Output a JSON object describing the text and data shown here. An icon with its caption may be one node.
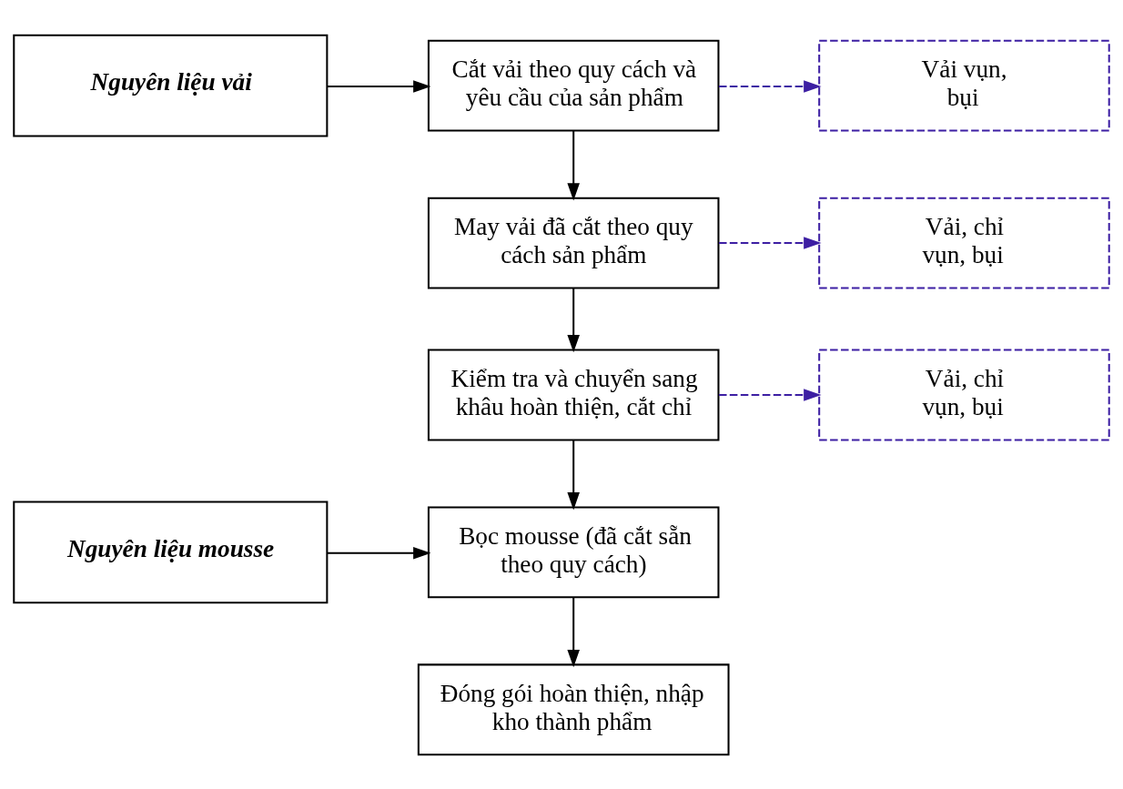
{
  "diagram": {
    "nodes": [
      {
        "text": [
          "Nguyên liệu vải"
        ]
      },
      {
        "text": [
          "Cắt vải theo quy cách và yêu cầu của sản phẩm"
        ]
      },
      {
        "text": [
          "Vải vụn, bụi"
        ]
      },
      {
        "text": [
          "May vải đã cắt theo quy cách sản phẩm"
        ]
      },
      {
        "text": [
          "Vải, chỉ vụn, bụi"
        ]
      },
      {
        "text": [
          "Kiểm tra và chuyển sang khâu hoàn thiện, cắt chỉ"
        ]
      },
      {
        "text": [
          "Vải, chỉ vụn, bụi"
        ]
      },
      {
        "text": [
          "Nguyên liệu mousse"
        ]
      },
      {
        "text": [
          "Bọc mousse (đã cắt sẵn theo quy cách)"
        ]
      },
      {
        "text": [
          "Đóng gói hoàn thiện, nhập kho thành phẩm"
        ]
      }
    ],
    "edges": [
      {
        "from": 0,
        "to": 1,
        "arrow": "to"
      },
      {
        "from": 1,
        "to": 2,
        "arrow": "to",
        "style": "dashed",
        "color": "#3d1fa3"
      },
      {
        "from": 1,
        "to": 3,
        "arrow": "to"
      },
      {
        "from": 3,
        "to": 4,
        "arrow": "to",
        "style": "dashed",
        "color": "#3d1fa3"
      },
      {
        "from": 3,
        "to": 5,
        "arrow": "to"
      },
      {
        "from": 5,
        "to": 6,
        "arrow": "to",
        "style": "dashed",
        "color": "#3d1fa3"
      },
      {
        "from": 5,
        "to": 8,
        "arrow": "to"
      },
      {
        "from": 7,
        "to": 8,
        "arrow": "to"
      },
      {
        "from": 8,
        "to": 9,
        "arrow": "to"
      }
    ]
  }
}
